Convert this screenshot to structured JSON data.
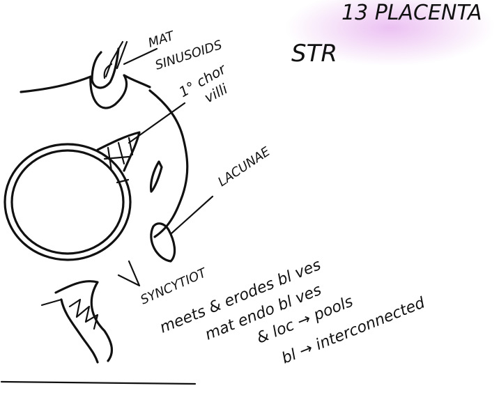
{
  "page_title": "13 PLACENTA",
  "corner_mark": "STR",
  "labels": {
    "mat_sinusoids_1": "MAT",
    "mat_sinusoids_2": "SINUSOIDS",
    "villi_1": "1° chor",
    "villi_2": "villi",
    "lacunae": "LACUNAE",
    "syncytiot": "SYNCYTIOT"
  },
  "notes": [
    "meets & erodes bl ves",
    "mat endo bl ves",
    "& loc → pools",
    "bl → interconnected"
  ],
  "colors": {
    "ink": "#111111",
    "highlight": "#e8b6f0",
    "paper": "#ffffff"
  }
}
